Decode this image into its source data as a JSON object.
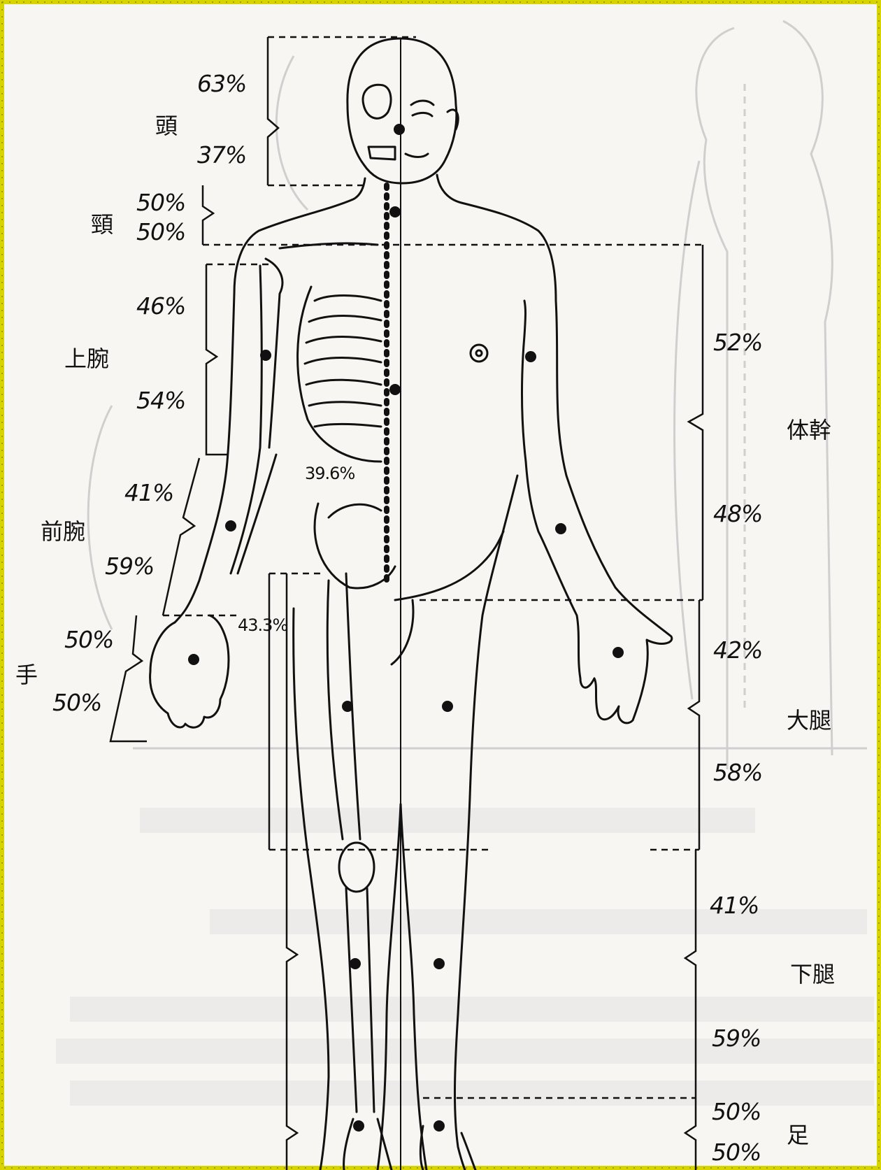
{
  "head": {
    "label": "頭",
    "upper": "63%",
    "lower": "37%"
  },
  "neck": {
    "label": "頸",
    "upper": "50%",
    "lower": "50%"
  },
  "upper_arm": {
    "label": "上腕",
    "upper": "46%",
    "lower": "54%"
  },
  "forearm": {
    "label": "前腕",
    "upper": "41%",
    "lower": "59%"
  },
  "hand": {
    "label": "手",
    "upper": "50%",
    "lower": "50%"
  },
  "trunk": {
    "label": "体幹",
    "upper": "52%",
    "lower": "48%"
  },
  "thigh": {
    "label": "大腿",
    "upper": "42%",
    "lower": "58%"
  },
  "lower_leg": {
    "label": "下腿",
    "upper": "41%",
    "lower": "59%"
  },
  "foot": {
    "label": "足",
    "upper": "50%",
    "lower": "50%"
  },
  "annotations": {
    "upper_body_cog": "39.6%",
    "whole_body_cog": "43.3%"
  },
  "colors": {
    "border": "#d8d400",
    "ink": "#111111",
    "paper": "#f7f6f3",
    "ghost": "#c9c9c9"
  }
}
